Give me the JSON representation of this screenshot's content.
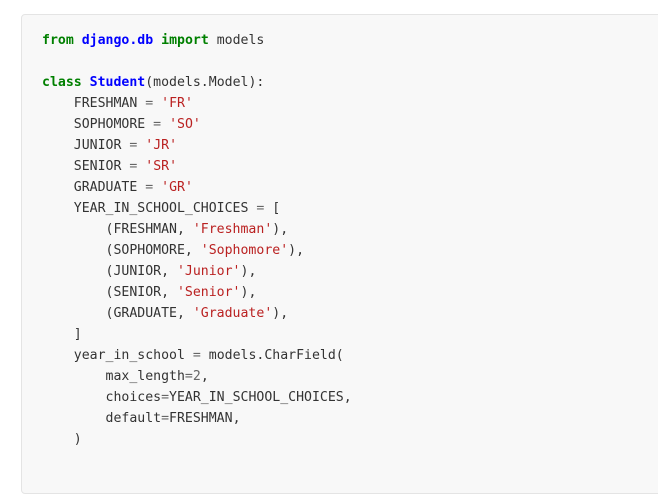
{
  "code_block": {
    "lines": [
      [
        {
          "t": "kw",
          "v": "from"
        },
        {
          "t": "txt",
          "v": " "
        },
        {
          "t": "mod",
          "v": "django.db"
        },
        {
          "t": "txt",
          "v": " "
        },
        {
          "t": "kw",
          "v": "import"
        },
        {
          "t": "txt",
          "v": " models"
        }
      ],
      [],
      [
        {
          "t": "kw",
          "v": "class"
        },
        {
          "t": "txt",
          "v": " "
        },
        {
          "t": "cls",
          "v": "Student"
        },
        {
          "t": "txt",
          "v": "(models.Model):"
        }
      ],
      [
        {
          "t": "txt",
          "v": "    FRESHMAN "
        },
        {
          "t": "op",
          "v": "="
        },
        {
          "t": "txt",
          "v": " "
        },
        {
          "t": "str",
          "v": "'FR'"
        }
      ],
      [
        {
          "t": "txt",
          "v": "    SOPHOMORE "
        },
        {
          "t": "op",
          "v": "="
        },
        {
          "t": "txt",
          "v": " "
        },
        {
          "t": "str",
          "v": "'SO'"
        }
      ],
      [
        {
          "t": "txt",
          "v": "    JUNIOR "
        },
        {
          "t": "op",
          "v": "="
        },
        {
          "t": "txt",
          "v": " "
        },
        {
          "t": "str",
          "v": "'JR'"
        }
      ],
      [
        {
          "t": "txt",
          "v": "    SENIOR "
        },
        {
          "t": "op",
          "v": "="
        },
        {
          "t": "txt",
          "v": " "
        },
        {
          "t": "str",
          "v": "'SR'"
        }
      ],
      [
        {
          "t": "txt",
          "v": "    GRADUATE "
        },
        {
          "t": "op",
          "v": "="
        },
        {
          "t": "txt",
          "v": " "
        },
        {
          "t": "str",
          "v": "'GR'"
        }
      ],
      [
        {
          "t": "txt",
          "v": "    YEAR_IN_SCHOOL_CHOICES "
        },
        {
          "t": "op",
          "v": "="
        },
        {
          "t": "txt",
          "v": " ["
        }
      ],
      [
        {
          "t": "txt",
          "v": "        (FRESHMAN, "
        },
        {
          "t": "str",
          "v": "'Freshman'"
        },
        {
          "t": "txt",
          "v": "),"
        }
      ],
      [
        {
          "t": "txt",
          "v": "        (SOPHOMORE, "
        },
        {
          "t": "str",
          "v": "'Sophomore'"
        },
        {
          "t": "txt",
          "v": "),"
        }
      ],
      [
        {
          "t": "txt",
          "v": "        (JUNIOR, "
        },
        {
          "t": "str",
          "v": "'Junior'"
        },
        {
          "t": "txt",
          "v": "),"
        }
      ],
      [
        {
          "t": "txt",
          "v": "        (SENIOR, "
        },
        {
          "t": "str",
          "v": "'Senior'"
        },
        {
          "t": "txt",
          "v": "),"
        }
      ],
      [
        {
          "t": "txt",
          "v": "        (GRADUATE, "
        },
        {
          "t": "str",
          "v": "'Graduate'"
        },
        {
          "t": "txt",
          "v": "),"
        }
      ],
      [
        {
          "t": "txt",
          "v": "    ]"
        }
      ],
      [
        {
          "t": "txt",
          "v": "    year_in_school "
        },
        {
          "t": "op",
          "v": "="
        },
        {
          "t": "txt",
          "v": " models.CharField("
        }
      ],
      [
        {
          "t": "txt",
          "v": "        max_length"
        },
        {
          "t": "op",
          "v": "="
        },
        {
          "t": "num",
          "v": "2"
        },
        {
          "t": "txt",
          "v": ","
        }
      ],
      [
        {
          "t": "txt",
          "v": "        choices"
        },
        {
          "t": "op",
          "v": "="
        },
        {
          "t": "txt",
          "v": "YEAR_IN_SCHOOL_CHOICES,"
        }
      ],
      [
        {
          "t": "txt",
          "v": "        default"
        },
        {
          "t": "op",
          "v": "="
        },
        {
          "t": "txt",
          "v": "FRESHMAN,"
        }
      ],
      [
        {
          "t": "txt",
          "v": "    )"
        }
      ]
    ]
  }
}
